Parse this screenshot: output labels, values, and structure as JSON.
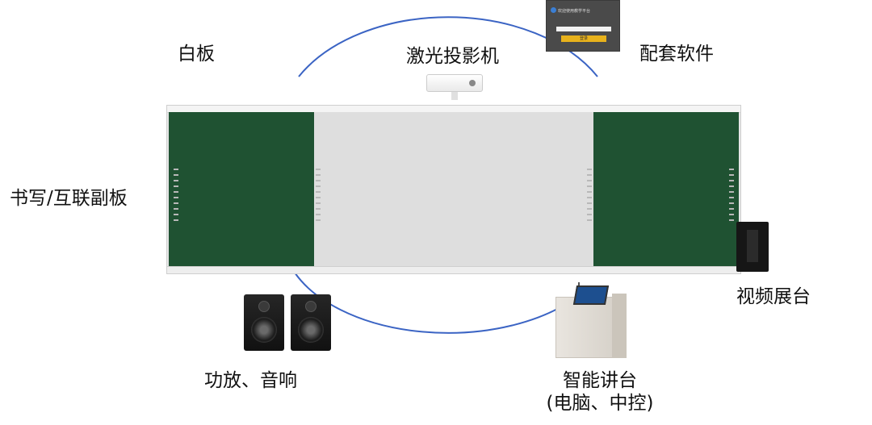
{
  "labels": {
    "whiteboard": "白板",
    "projector": "激光投影机",
    "software": "配套软件",
    "writing_board": "书写/互联副板",
    "visualizer": "视频展台",
    "audio": "功放、音响",
    "lectern_line1": "智能讲台",
    "lectern_line2": "(电脑、中控)"
  },
  "colors": {
    "ring": "#3b64c4",
    "green_board": "#1f5232",
    "board_frame": "#e6e6e6"
  },
  "software_window": {
    "title": "欢迎使用教学平台",
    "button": "登录"
  }
}
